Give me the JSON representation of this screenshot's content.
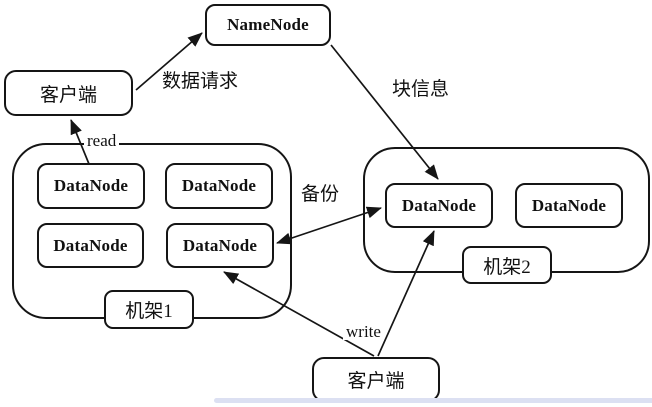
{
  "diagram": {
    "title_hint": "HDFS read/write architecture diagram",
    "namenode": {
      "label": "NameNode"
    },
    "client_top": {
      "label": "客户端"
    },
    "client_bottom": {
      "label": "客户端"
    },
    "rack1": {
      "label": "机架1",
      "datanodes": [
        "DataNode",
        "DataNode",
        "DataNode",
        "DataNode"
      ]
    },
    "rack2": {
      "label": "机架2",
      "datanodes": [
        "DataNode",
        "DataNode"
      ]
    },
    "edges": {
      "data_request": {
        "label": "数据请求",
        "from": "client_top",
        "to": "namenode"
      },
      "block_info": {
        "label": "块信息",
        "from": "namenode",
        "to": "rack2-datanode-1"
      },
      "read": {
        "label": "read",
        "from": "rack1-datanode-1",
        "to": "client_top"
      },
      "backup": {
        "label": "备份",
        "from": "rack1-datanode-4",
        "to": "rack2-datanode-1",
        "bidirectional": true
      },
      "write": {
        "label": "write",
        "from": "client_bottom",
        "to": "rack1-datanode-4"
      },
      "write_replica": {
        "label": "",
        "from": "client_bottom",
        "to": "rack2-datanode-1"
      }
    },
    "colors": {
      "line": "#151515",
      "box_bg": "#ffffff",
      "text": "#111111",
      "accent_bar": "#dce0f2"
    }
  }
}
